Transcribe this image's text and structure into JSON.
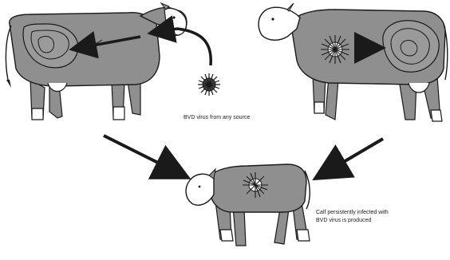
{
  "diagram": {
    "header_text": "",
    "labels": {
      "virus_source": "BVD virus from any source",
      "calf_result_line1": "Calf persistently infected with",
      "calf_result_line2": "BVD virus is produced"
    },
    "colors": {
      "cow_fill": "#8f8f8f",
      "outline": "#1a1a1a",
      "patch": "#ffffff",
      "virus": "#555555"
    },
    "icons": [
      "cow-icon",
      "fetus-icon",
      "virus-icon",
      "calf-icon",
      "arrow-icon"
    ]
  }
}
